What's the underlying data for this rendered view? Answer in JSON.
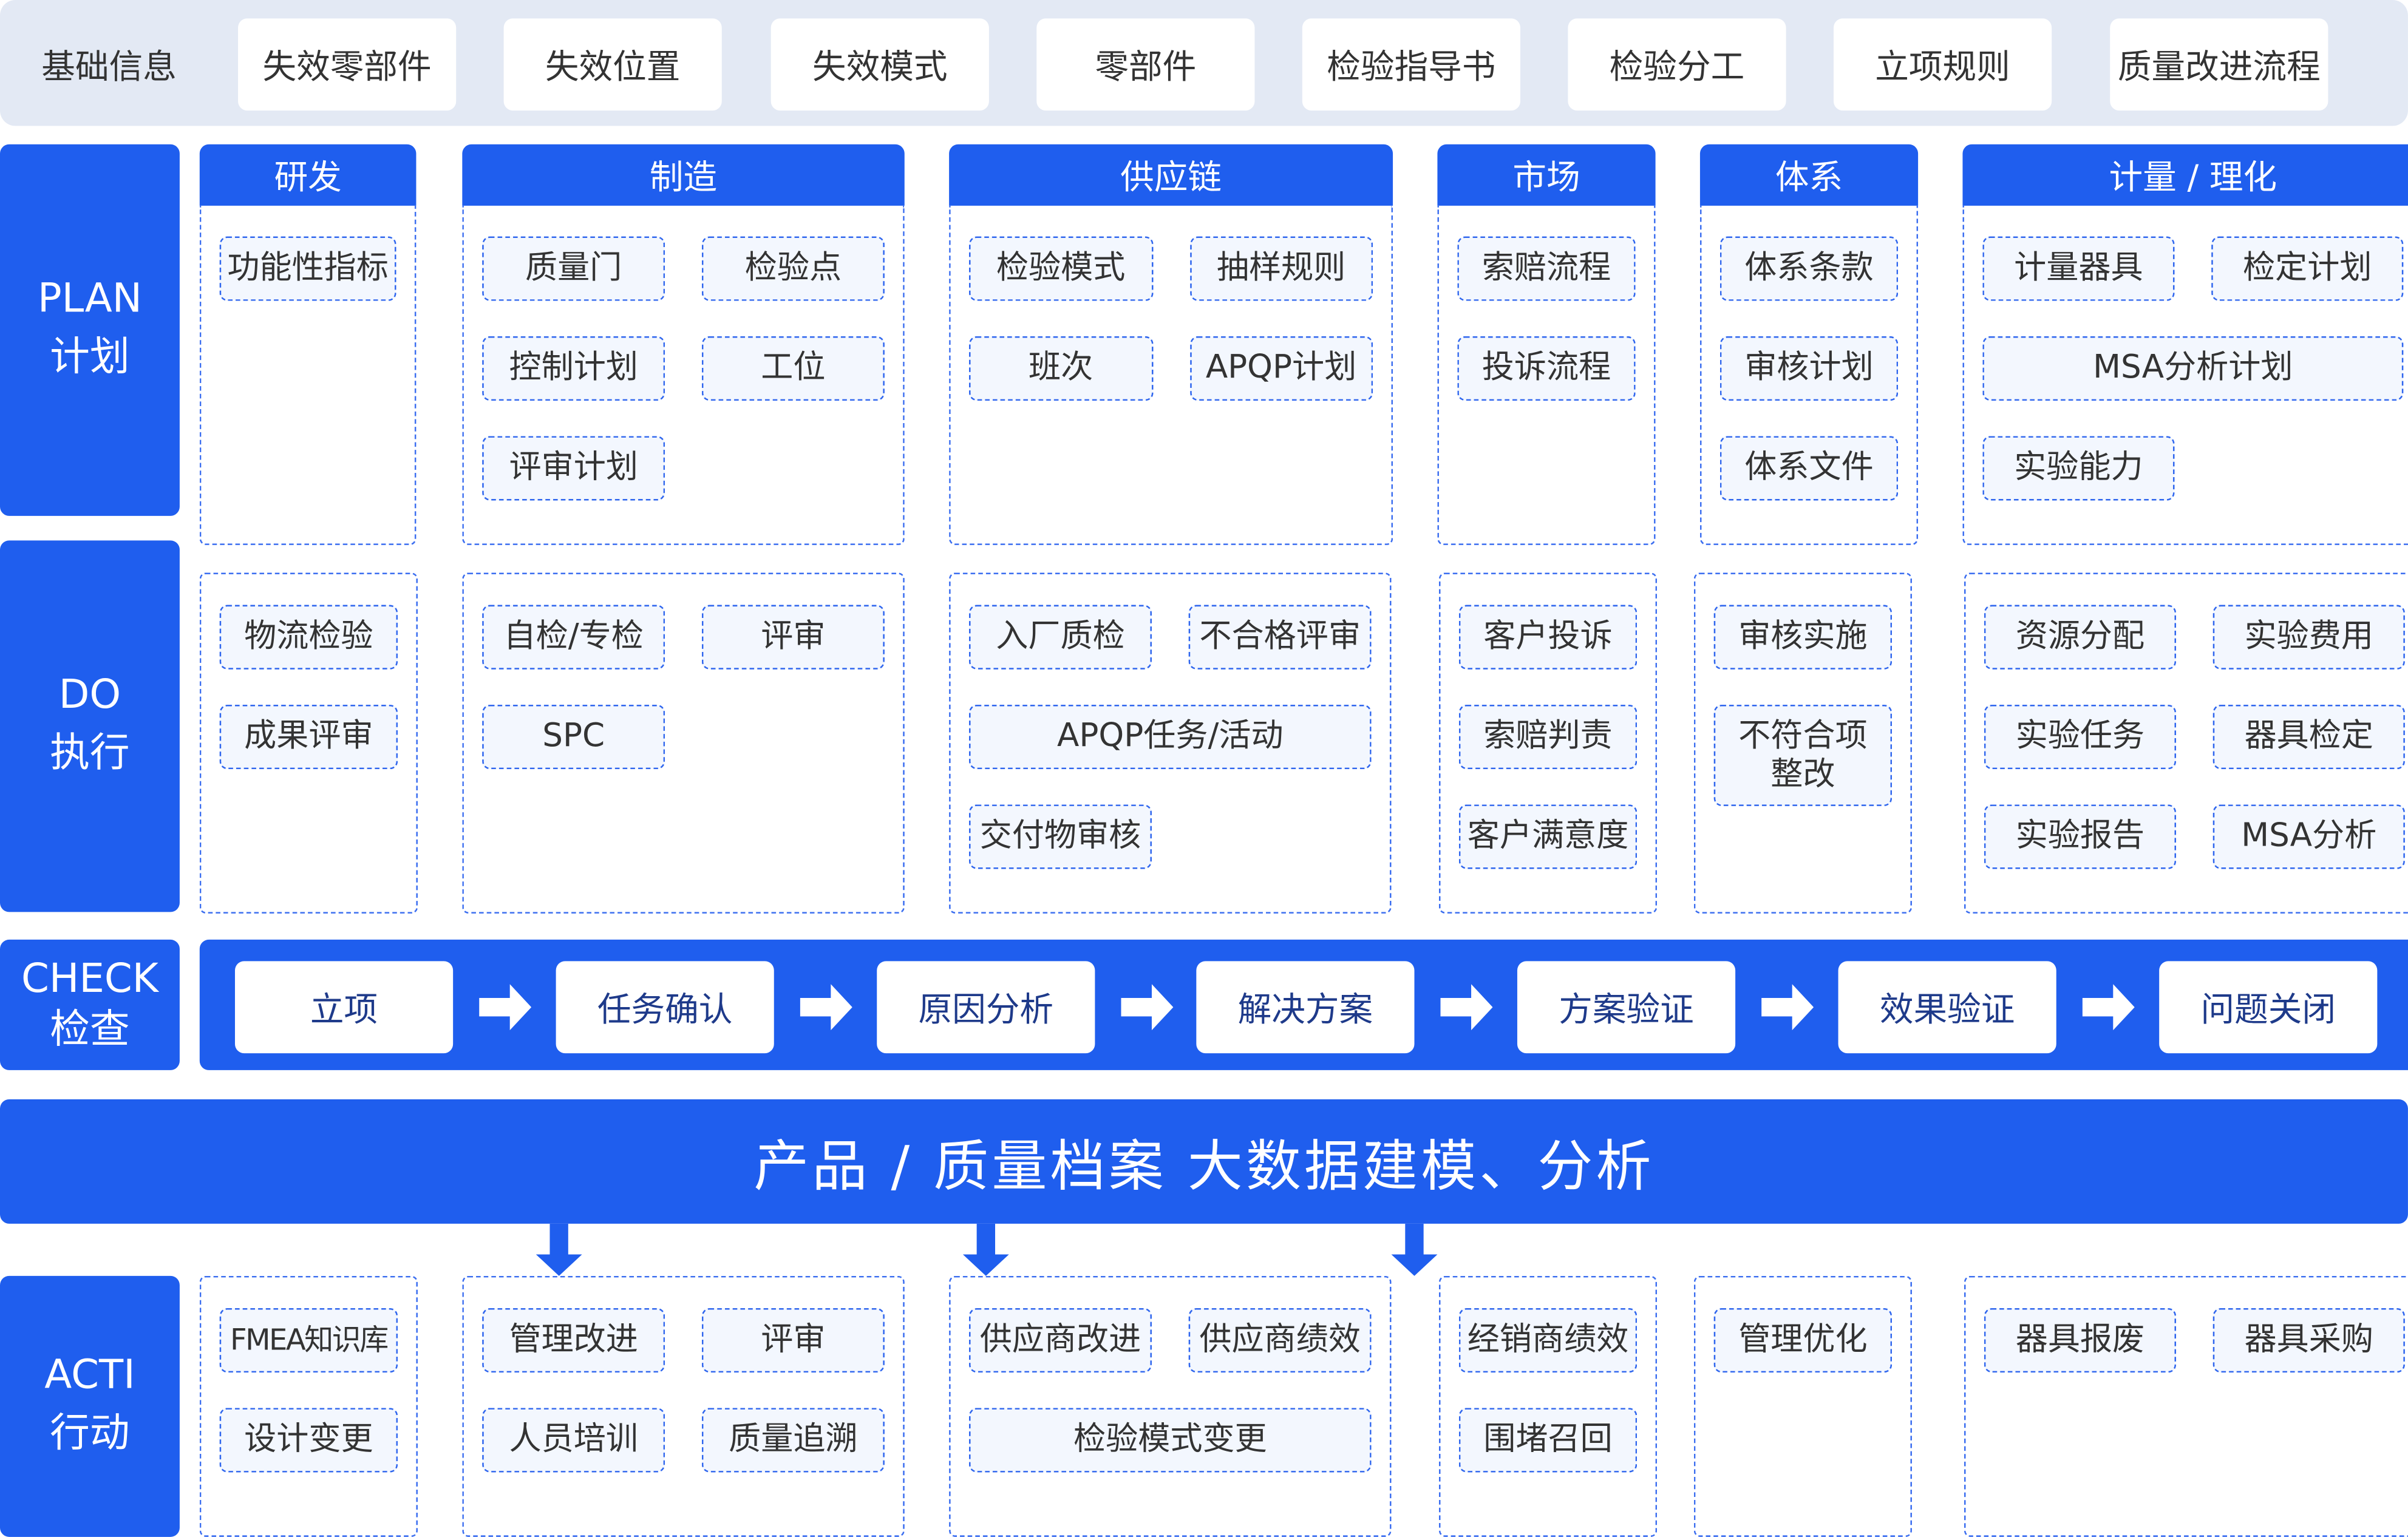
{
  "colors": {
    "accent": "#1f5eee",
    "topbar_bg": "#e3e9f4",
    "item_bg": "#f3f7fe",
    "step_text": "#1e3a8a"
  },
  "topbar": {
    "label": "基础信息",
    "buttons": [
      "失效零部件",
      "失效位置",
      "失效模式",
      "零部件",
      "检验指导书",
      "检验分工",
      "立项规则",
      "质量改进流程"
    ]
  },
  "stages": {
    "plan": {
      "en": "PLAN",
      "zh": "计划"
    },
    "do": {
      "en": "DO",
      "zh": "执行"
    },
    "check": {
      "en": "CHECK",
      "zh": "检查"
    },
    "act": {
      "en": "ACTI",
      "zh": "行动"
    }
  },
  "columns": [
    "研发",
    "制造",
    "供应链",
    "市场",
    "体系",
    "计量 / 理化"
  ],
  "plan": [
    [
      {
        "label": "功能性指标"
      }
    ],
    [
      {
        "label": "质量门"
      },
      {
        "label": "检验点"
      },
      {
        "label": "控制计划"
      },
      {
        "label": "工位"
      },
      {
        "label": "评审计划"
      }
    ],
    [
      {
        "label": "检验模式"
      },
      {
        "label": "抽样规则"
      },
      {
        "label": "班次"
      },
      {
        "label": "APQP计划"
      }
    ],
    [
      {
        "label": "索赔流程"
      },
      {
        "label": "投诉流程"
      }
    ],
    [
      {
        "label": "体系条款"
      },
      {
        "label": "审核计划"
      },
      {
        "label": "体系文件"
      }
    ],
    [
      {
        "label": "计量器具"
      },
      {
        "label": "检定计划"
      },
      {
        "label": "MSA分析计划",
        "wide": true
      },
      {
        "label": "实验能力"
      }
    ]
  ],
  "do": [
    [
      {
        "label": "物流检验"
      },
      {
        "label": "成果评审"
      }
    ],
    [
      {
        "label": "自检/专检"
      },
      {
        "label": "评审"
      },
      {
        "label": "SPC"
      }
    ],
    [
      {
        "label": "入厂质检"
      },
      {
        "label": "不合格评审"
      },
      {
        "label": "APQP任务/活动",
        "wide": true
      },
      {
        "label": "交付物审核"
      }
    ],
    [
      {
        "label": "客户投诉"
      },
      {
        "label": "索赔判责"
      },
      {
        "label": "客户满意度"
      }
    ],
    [
      {
        "label": "审核实施"
      },
      {
        "label": "不符合项\n整改"
      }
    ],
    [
      {
        "label": "资源分配"
      },
      {
        "label": "实验费用"
      },
      {
        "label": "实验任务"
      },
      {
        "label": "器具检定"
      },
      {
        "label": "实验报告"
      },
      {
        "label": "MSA分析"
      }
    ]
  ],
  "check_steps": [
    "立项",
    "任务确认",
    "原因分析",
    "解决方案",
    "方案验证",
    "效果验证",
    "问题关闭"
  ],
  "big_bar": "产品 / 质量档案   大数据建模、分析",
  "act": [
    [
      {
        "label": "FMEA知识库",
        "small": true
      },
      {
        "label": "设计变更"
      }
    ],
    [
      {
        "label": "管理改进"
      },
      {
        "label": "评审"
      },
      {
        "label": "人员培训"
      },
      {
        "label": "质量追溯"
      }
    ],
    [
      {
        "label": "供应商改进"
      },
      {
        "label": "供应商绩效"
      },
      {
        "label": "检验模式变更",
        "wide": true
      }
    ],
    [
      {
        "label": "经销商绩效"
      },
      {
        "label": "围堵召回"
      }
    ],
    [
      {
        "label": "管理优化"
      }
    ],
    [
      {
        "label": "器具报废"
      },
      {
        "label": "器具采购"
      }
    ]
  ]
}
